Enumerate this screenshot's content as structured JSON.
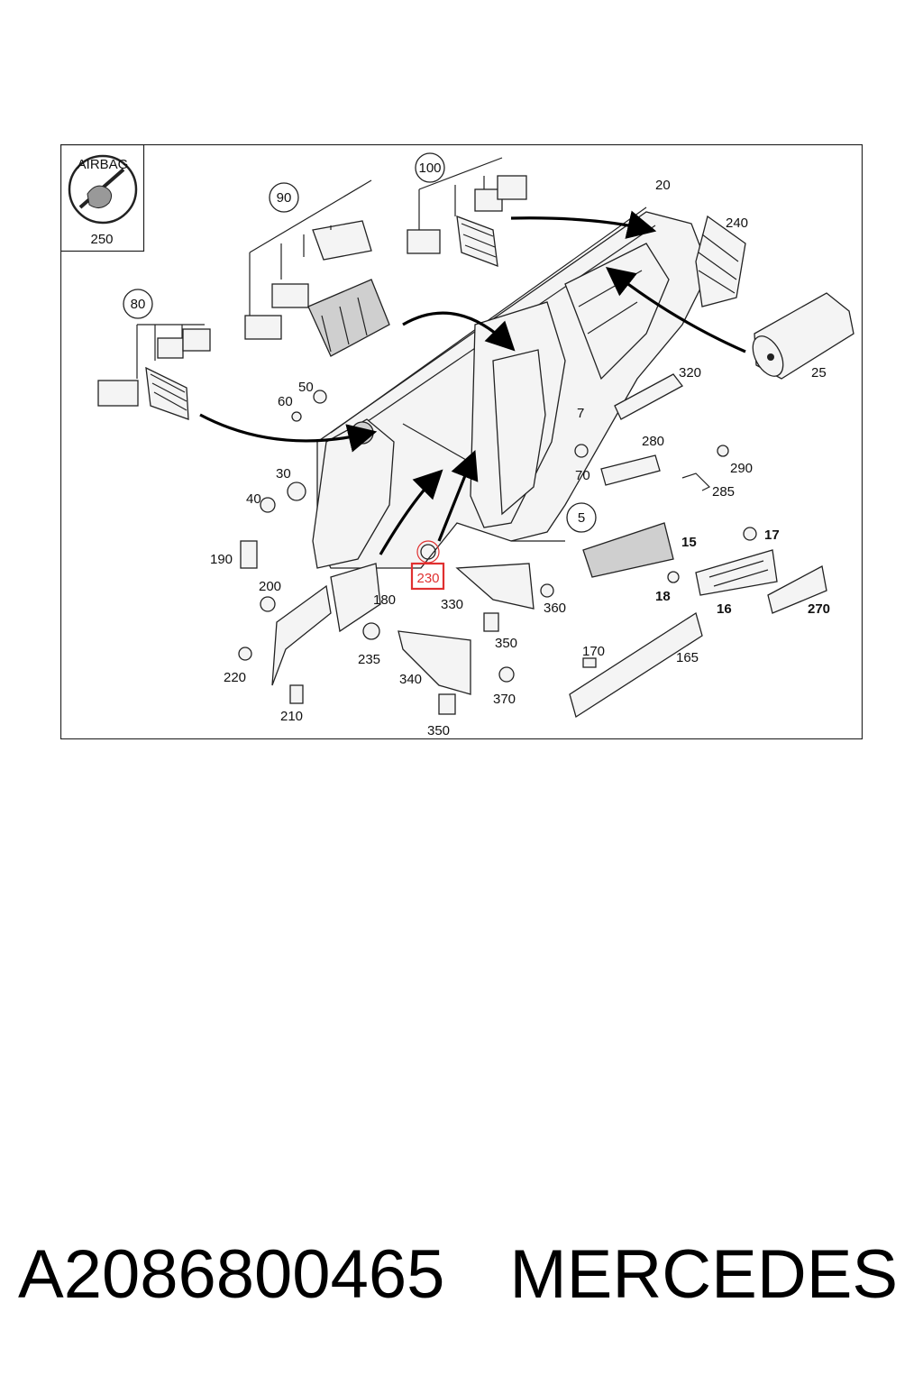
{
  "caption": {
    "part_number": "A2086800465",
    "brand": "MERCEDES"
  },
  "airbag_badge": {
    "text": "AIRBAG",
    "number": "250"
  },
  "highlight": {
    "label": "230",
    "color": "#e03030"
  },
  "callouts": [
    {
      "id": "80",
      "circled": true
    },
    {
      "id": "90",
      "circled": true
    },
    {
      "id": "100",
      "circled": true
    },
    {
      "id": "5",
      "circled": true
    },
    {
      "id": "20"
    },
    {
      "id": "240"
    },
    {
      "id": "25"
    },
    {
      "id": "320"
    },
    {
      "id": "7"
    },
    {
      "id": "50"
    },
    {
      "id": "60"
    },
    {
      "id": "30"
    },
    {
      "id": "40"
    },
    {
      "id": "190"
    },
    {
      "id": "200"
    },
    {
      "id": "220"
    },
    {
      "id": "210"
    },
    {
      "id": "180"
    },
    {
      "id": "235"
    },
    {
      "id": "330"
    },
    {
      "id": "360"
    },
    {
      "id": "350"
    },
    {
      "id": "340"
    },
    {
      "id": "370"
    },
    {
      "id": "350"
    },
    {
      "id": "280"
    },
    {
      "id": "70"
    },
    {
      "id": "290"
    },
    {
      "id": "285"
    },
    {
      "id": "15"
    },
    {
      "id": "18"
    },
    {
      "id": "17"
    },
    {
      "id": "16"
    },
    {
      "id": "270"
    },
    {
      "id": "170"
    },
    {
      "id": "165"
    }
  ]
}
